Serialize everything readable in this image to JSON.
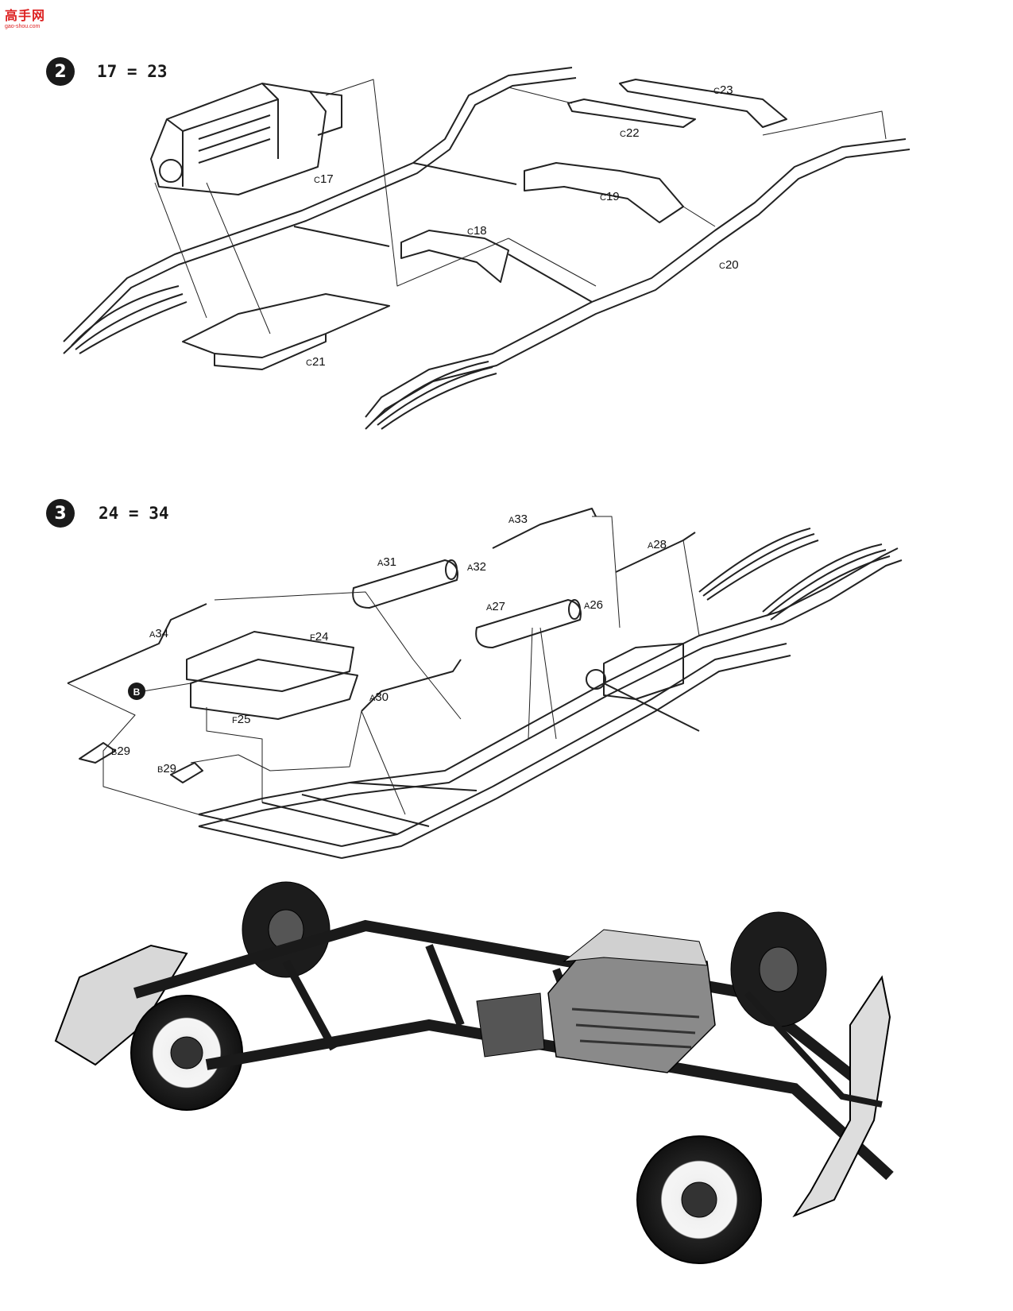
{
  "watermark": {
    "text": "高手网",
    "url": "gao-shou.com"
  },
  "steps": [
    {
      "number": "2",
      "range": "17 = 23"
    },
    {
      "number": "3",
      "range": "24 = 34"
    }
  ],
  "step2_labels": [
    {
      "prefix": "C",
      "num": "17"
    },
    {
      "prefix": "C",
      "num": "18"
    },
    {
      "prefix": "C",
      "num": "19"
    },
    {
      "prefix": "C",
      "num": "20"
    },
    {
      "prefix": "C",
      "num": "21"
    },
    {
      "prefix": "C",
      "num": "22"
    },
    {
      "prefix": "C",
      "num": "23"
    }
  ],
  "step3_labels": [
    {
      "prefix": "A",
      "num": "33"
    },
    {
      "prefix": "A",
      "num": "28"
    },
    {
      "prefix": "A",
      "num": "31"
    },
    {
      "prefix": "A",
      "num": "32"
    },
    {
      "prefix": "A",
      "num": "27"
    },
    {
      "prefix": "A",
      "num": "26"
    },
    {
      "prefix": "A",
      "num": "34"
    },
    {
      "prefix": "F",
      "num": "24"
    },
    {
      "prefix": "F",
      "num": "25"
    },
    {
      "prefix": "A",
      "num": "30"
    },
    {
      "prefix": "B",
      "num": "29"
    },
    {
      "prefix": "B",
      "num": "29"
    }
  ],
  "callout_b": "B"
}
